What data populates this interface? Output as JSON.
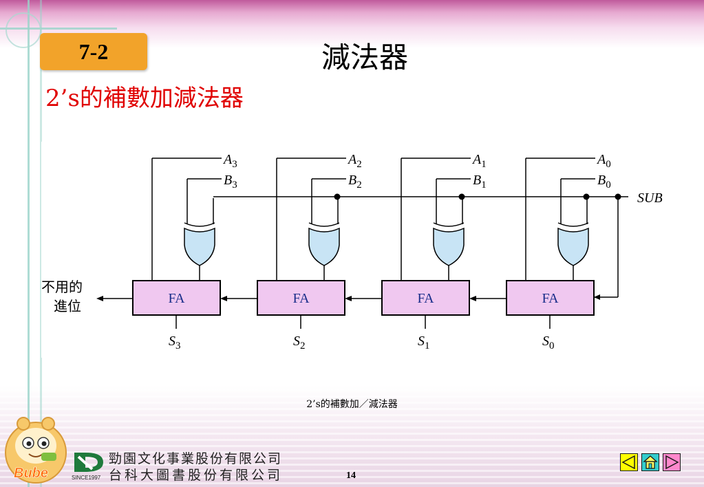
{
  "slide": {
    "section": "7-2",
    "title": "減法器",
    "subtitle": "2’s的補數加減法器",
    "caption": "2’s的補數加／減法器",
    "page_number": "14"
  },
  "figure": {
    "adder_label": "FA",
    "stages": [
      {
        "a": "A",
        "a_sub": "3",
        "b": "B",
        "b_sub": "3",
        "s": "S",
        "s_sub": "3"
      },
      {
        "a": "A",
        "a_sub": "2",
        "b": "B",
        "b_sub": "2",
        "s": "S",
        "s_sub": "2"
      },
      {
        "a": "A",
        "a_sub": "1",
        "b": "B",
        "b_sub": "1",
        "s": "S",
        "s_sub": "1"
      },
      {
        "a": "A",
        "a_sub": "0",
        "b": "B",
        "b_sub": "0",
        "s": "S",
        "s_sub": "0"
      }
    ],
    "control_label": "SUB",
    "carry_out_label_line1": "不用的",
    "carry_out_label_line2": "進位"
  },
  "footer": {
    "company_line1": "勁園文化事業股份有限公司",
    "company_line2": "台科大圖書股份有限公司",
    "since": "SINCE1997",
    "mascot_text": "Bube"
  },
  "colors": {
    "badge": "#f2a32a",
    "subtitle": "#e00000",
    "fa_fill": "#f0c8f0",
    "xor_fill": "#c8e4f5",
    "nav_prev": "#ffff00",
    "nav_home": "#33cccc",
    "nav_next": "#ff88cc"
  },
  "icons": {
    "prev": "triangle-left-icon",
    "home": "home-icon",
    "next": "triangle-right-icon"
  }
}
